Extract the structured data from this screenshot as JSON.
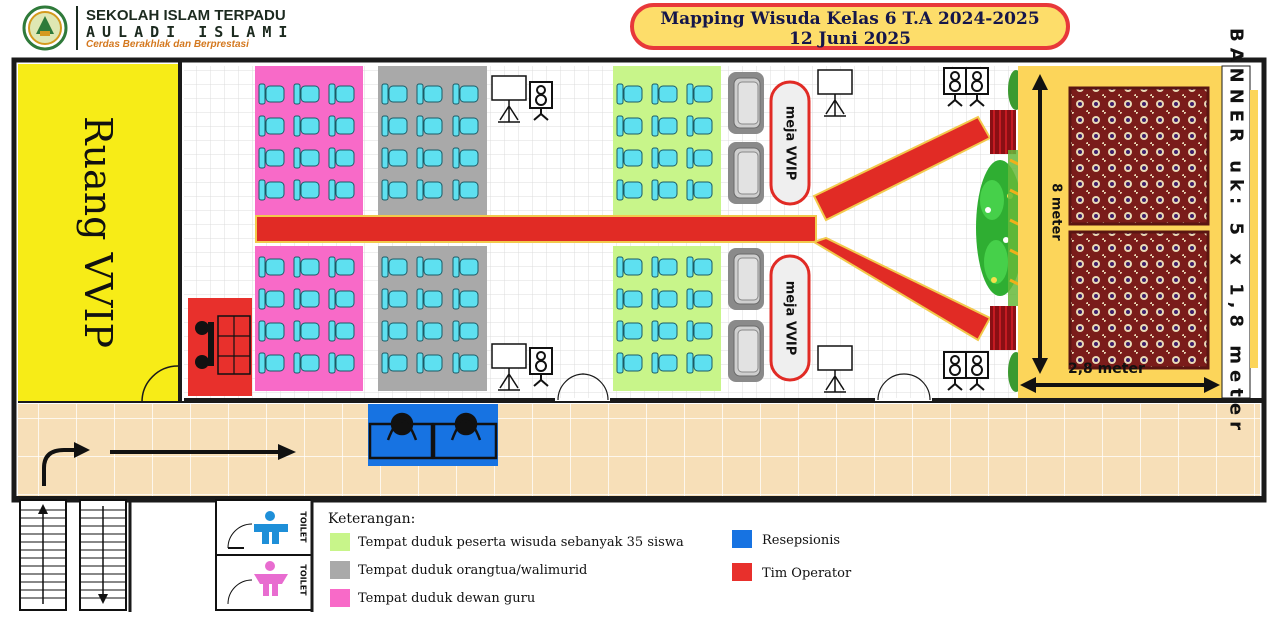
{
  "header": {
    "school_name": "SEKOLAH ISLAM TERPADU",
    "school_sub": "AULADI ISLAMI",
    "tagline": "Cerdas Berakhlak dan Berprestasi",
    "logo_icon": "school-emblem-icon"
  },
  "title": {
    "line1": "Mapping Wisuda Kelas 6 T.A 2024-2025",
    "line2": "12 Juni 2025"
  },
  "rooms": {
    "vvip_room": "Ruang VVIP",
    "banner": "BANNER uk: 5 x 1,8 meter",
    "dim_height": "8 meter",
    "dim_width": "2,8 meter",
    "vip_table_top": "meja VVIP",
    "vip_table_bottom": "meja VVIP",
    "toilet_top": "TOILET",
    "toilet_bottom": "TOILET"
  },
  "legend": {
    "heading": "Keterangan:",
    "items": [
      {
        "label": "Tempat duduk peserta wisuda sebanyak 35 siswa",
        "color": "#c8f58a"
      },
      {
        "label": "Tempat duduk orangtua/walimurid",
        "color": "#a9a9a9"
      },
      {
        "label": "Tempat duduk dewan guru",
        "color": "#f86ac8"
      },
      {
        "label": "Resepsionis",
        "color": "#1773e2"
      },
      {
        "label": "Tim Operator",
        "color": "#e8302c"
      }
    ]
  },
  "colors": {
    "wall": "#1a1a1a",
    "carpet": "#e12b25",
    "corridor": "#f7dfb8",
    "stage": "#fcd55a",
    "vvip": "#f7ec17",
    "chair": "#5ee0f0"
  }
}
